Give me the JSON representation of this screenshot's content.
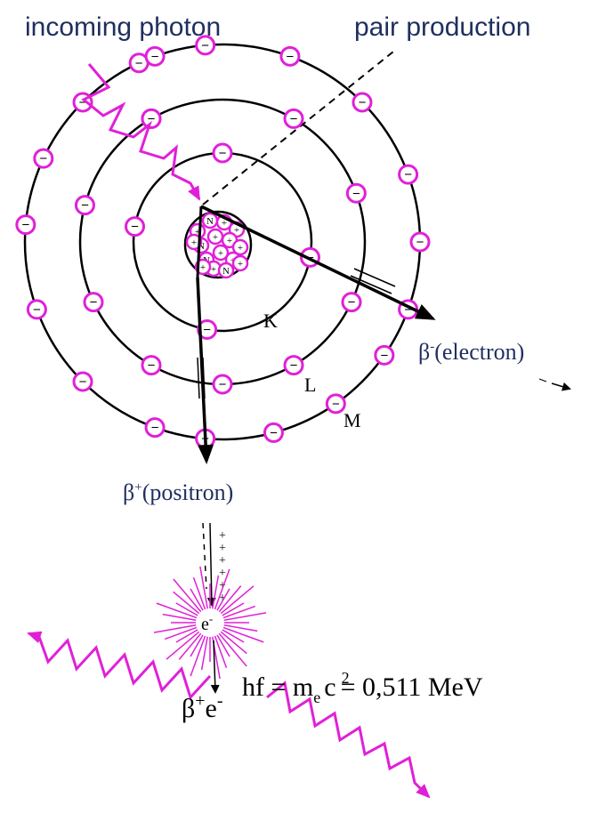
{
  "labels": {
    "incoming_photon": "incoming photon",
    "pair_production": "pair production",
    "beta_minus_symbol": "β",
    "beta_minus_sup": "-",
    "beta_minus_text": "(electron)",
    "beta_plus_symbol": "β",
    "beta_plus_sup": "+",
    "beta_plus_text": "(positron)",
    "shell_k": "K",
    "shell_l": "L",
    "shell_m": "M",
    "annihilation_electron": "e",
    "annihilation_electron_sup": "-",
    "pair_beta": "β",
    "pair_beta_sup": "+",
    "pair_e": "e",
    "pair_e_sup": "-",
    "equation_hf": "hf = m",
    "equation_sub": "e",
    "equation_c": "c",
    "equation_sup": "2",
    "equation_value": "= 0,511 MeV",
    "electron_sign": "−",
    "positive_sign": "+",
    "neutron_letter": "N"
  },
  "colors": {
    "magenta": "#e020d8",
    "label_blue": "#1f2f5e",
    "ink": "#000000"
  },
  "nucleus": {
    "particles": [
      "+",
      "N",
      "+",
      "+",
      "N",
      "+",
      "+",
      "+",
      "N",
      "+",
      "+",
      "+",
      "N",
      "+",
      "+",
      "+"
    ]
  }
}
